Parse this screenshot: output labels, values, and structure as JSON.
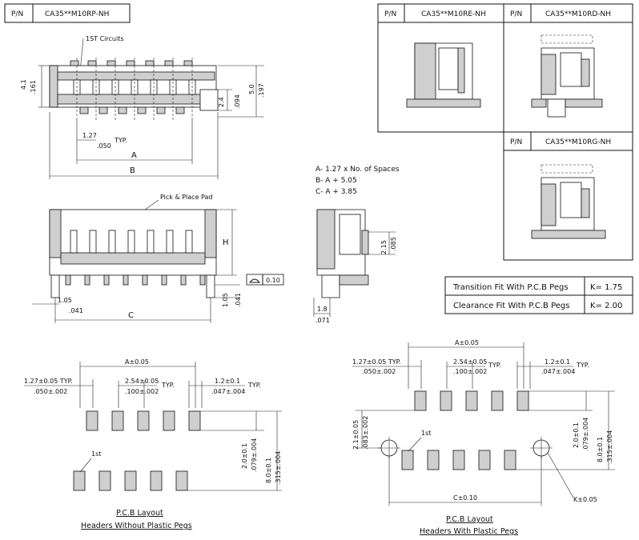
{
  "pn_label": "P/N",
  "part_rp": "CA35**M10RP-NH",
  "part_re": "CA35**M10RE-NH",
  "part_rd": "CA35**M10RD-NH",
  "part_rg": "CA35**M10RG-NH",
  "labels": {
    "first_circuits": "1ST Circuits",
    "pick_place": "Pick & Place Pad",
    "first": "1st",
    "typ": "TYP.",
    "a": "A",
    "b": "B",
    "c": "C",
    "h": "H"
  },
  "dims": {
    "d4_1": "4.1",
    "d161": ".161",
    "d2_4": "2.4",
    "d094": ".094",
    "d5_0": "5.0",
    "d197": ".197",
    "d1_27": "1.27",
    "d050": ".050",
    "d2_15": "2.15",
    "d085": ".085",
    "d0_10": "0.10",
    "d1_05": "1.05",
    "d041": ".041",
    "d1_8": "1.8",
    "d071": ".071",
    "a_tol": "A±0.05",
    "p127": "1.27±0.05 TYP.",
    "p050": ".050±.002",
    "p254": "2.54±0.05",
    "p100": ".100±.002",
    "p12": "1.2±0.1",
    "p047": ".047±.004",
    "p20": "2.0±0.1",
    "p079": ".079±.004",
    "p80": "8.0±0.1",
    "p315": ".315±.004",
    "p21": "2.1±0.05",
    "p083": ".083±.002",
    "c_tol": "C±0.10",
    "k_tol": "K±0.05"
  },
  "formulas": [
    "A- 1.27 x No. of Spaces",
    "B- A + 5.05",
    "C- A + 3.85"
  ],
  "fit_table": [
    {
      "label": "Transition Fit With P.C.B Pegs",
      "value": "K= 1.75"
    },
    {
      "label": "Clearance Fit With P.C.B Pegs",
      "value": "K= 2.00"
    }
  ],
  "layout_left": {
    "title": "P.C.B Layout",
    "subtitle": "Headers Without Plastic Pegs"
  },
  "layout_right": {
    "title": "P.C.B Layout",
    "subtitle": "Headers With Plastic Pegs"
  }
}
